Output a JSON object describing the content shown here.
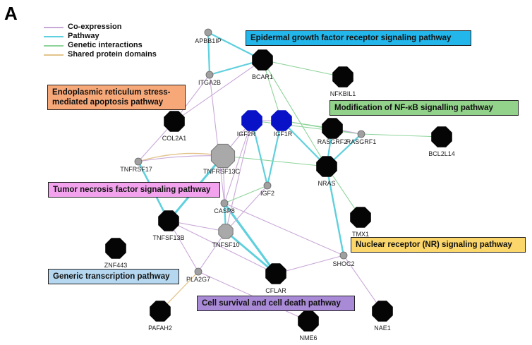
{
  "panel_letter": "A",
  "legend": [
    {
      "label": "Co-expression",
      "color": "#c9a8d8"
    },
    {
      "label": "Pathway",
      "color": "#5fd0dd"
    },
    {
      "label": "Genetic interactions",
      "color": "#8ed49a"
    },
    {
      "label": "Shared protein domains",
      "color": "#e3c48c"
    }
  ],
  "pathways": [
    {
      "id": "egfr",
      "label": "Epidermal growth factor receptor signaling pathway",
      "color": "#22b6ea"
    },
    {
      "id": "er",
      "label": "Endoplasmic reticulum stress-mediated apoptosis pathway",
      "color": "#f6a879"
    },
    {
      "id": "nfkb",
      "label": "Modification of NF-κB signalling pathway",
      "color": "#92d28a"
    },
    {
      "id": "tnf",
      "label": "Tumor necrosis factor signaling pathway",
      "color": "#f3a3ee"
    },
    {
      "id": "nr",
      "label": "Nuclear receptor (NR) signaling pathway",
      "color": "#fbd66b"
    },
    {
      "id": "gtp",
      "label": "Generic transcription pathway",
      "color": "#b5d8f0"
    },
    {
      "id": "csd",
      "label": "Cell survival and cell death pathway",
      "color": "#a98ad6"
    }
  ],
  "nodes": [
    {
      "id": "APBB1IP",
      "label": "APBB1IP",
      "kind": "small-gray"
    },
    {
      "id": "BCAR1",
      "label": "BCAR1",
      "kind": "black"
    },
    {
      "id": "ITGA2B",
      "label": "ITGA2B",
      "kind": "small-gray"
    },
    {
      "id": "NFKBIL1",
      "label": "NFKBIL1",
      "kind": "black"
    },
    {
      "id": "COL2A1",
      "label": "COL2A1",
      "kind": "black"
    },
    {
      "id": "IGF2R",
      "label": "IGF2R",
      "kind": "blue"
    },
    {
      "id": "IGF1R",
      "label": "IGF1R",
      "kind": "blue"
    },
    {
      "id": "RASGRF2",
      "label": "RASGRF2",
      "kind": "black"
    },
    {
      "id": "RASGRF1",
      "label": "RASGRF1",
      "kind": "small-gray"
    },
    {
      "id": "BCL2L14",
      "label": "BCL2L14",
      "kind": "black"
    },
    {
      "id": "TNFRSF17",
      "label": "TNFRSF17",
      "kind": "small-gray"
    },
    {
      "id": "TNFRSF13C",
      "label": "TNFRSF13C",
      "kind": "large-gray"
    },
    {
      "id": "NRAS",
      "label": "NRAS",
      "kind": "black"
    },
    {
      "id": "IGF2",
      "label": "IGF2",
      "kind": "small-gray"
    },
    {
      "id": "CASP8",
      "label": "CASP8",
      "kind": "small-gray"
    },
    {
      "id": "TMX1",
      "label": "TMX1",
      "kind": "black"
    },
    {
      "id": "TNFSF13B",
      "label": "TNFSF13B",
      "kind": "black"
    },
    {
      "id": "TNFSF10",
      "label": "TNFSF10",
      "kind": "medium-gray"
    },
    {
      "id": "ZNF443",
      "label": "ZNF443",
      "kind": "black"
    },
    {
      "id": "SHOC2",
      "label": "SHOC2",
      "kind": "small-gray"
    },
    {
      "id": "PLA2G7",
      "label": "PLA2G7",
      "kind": "small-gray"
    },
    {
      "id": "CFLAR",
      "label": "CFLAR",
      "kind": "black"
    },
    {
      "id": "PAFAH2",
      "label": "PAFAH2",
      "kind": "black"
    },
    {
      "id": "NME6",
      "label": "NME6",
      "kind": "black"
    },
    {
      "id": "NAE1",
      "label": "NAE1",
      "kind": "black"
    }
  ],
  "edges": [
    {
      "source": "APBB1IP",
      "target": "BCAR1",
      "type": "pathway"
    },
    {
      "source": "APBB1IP",
      "target": "ITGA2B",
      "type": "pathway"
    },
    {
      "source": "ITGA2B",
      "target": "BCAR1",
      "type": "pathway"
    },
    {
      "source": "BCAR1",
      "target": "NFKBIL1",
      "type": "genetic"
    },
    {
      "source": "BCAR1",
      "target": "NRAS",
      "type": "genetic"
    },
    {
      "source": "BCAR1",
      "target": "COL2A1",
      "type": "co-expression"
    },
    {
      "source": "BCAR1",
      "target": "IGF1R",
      "type": "genetic"
    },
    {
      "source": "ITGA2B",
      "target": "COL2A1",
      "type": "co-expression"
    },
    {
      "source": "ITGA2B",
      "target": "CASP8",
      "type": "co-expression"
    },
    {
      "source": "IGF2R",
      "target": "IGF2",
      "type": "pathway"
    },
    {
      "source": "IGF1R",
      "target": "IGF2",
      "type": "pathway"
    },
    {
      "source": "IGF2R",
      "target": "IGF1R",
      "type": "co-expression"
    },
    {
      "source": "IGF1R",
      "target": "RASGRF2",
      "type": "genetic"
    },
    {
      "source": "IGF1R",
      "target": "NRAS",
      "type": "pathway"
    },
    {
      "source": "IGF1R",
      "target": "RASGRF1",
      "type": "genetic"
    },
    {
      "source": "IGF2R",
      "target": "RASGRF1",
      "type": "genetic"
    },
    {
      "source": "RASGRF2",
      "target": "NRAS",
      "type": "pathway"
    },
    {
      "source": "RASGRF1",
      "target": "NRAS",
      "type": "pathway"
    },
    {
      "source": "RASGRF1",
      "target": "BCL2L14",
      "type": "genetic"
    },
    {
      "source": "RASGRF2",
      "target": "RASGRF1",
      "type": "co-expression"
    },
    {
      "source": "TNFRSF17",
      "target": "TNFRSF13C",
      "type": "shared"
    },
    {
      "source": "TNFRSF17",
      "target": "TNFRSF13C",
      "type": "co-expression"
    },
    {
      "source": "TNFRSF17",
      "target": "TNFSF13B",
      "type": "pathway"
    },
    {
      "source": "TNFRSF13C",
      "target": "TNFSF13B",
      "type": "pathway"
    },
    {
      "source": "TNFRSF17",
      "target": "COL2A1",
      "type": "co-expression"
    },
    {
      "source": "TNFRSF13C",
      "target": "NRAS",
      "type": "genetic"
    },
    {
      "source": "TNFRSF13C",
      "target": "IGF2R",
      "type": "co-expression"
    },
    {
      "source": "TNFRSF13C",
      "target": "TNFSF10",
      "type": "co-expression"
    },
    {
      "source": "NRAS",
      "target": "SHOC2",
      "type": "pathway"
    },
    {
      "source": "NRAS",
      "target": "TMX1",
      "type": "genetic"
    },
    {
      "source": "IGF2",
      "target": "CASP8",
      "type": "genetic"
    },
    {
      "source": "IGF2R",
      "target": "CASP8",
      "type": "co-expression"
    },
    {
      "source": "CASP8",
      "target": "TNFSF10",
      "type": "pathway"
    },
    {
      "source": "CASP8",
      "target": "CFLAR",
      "type": "pathway"
    },
    {
      "source": "TNFSF10",
      "target": "CFLAR",
      "type": "pathway"
    },
    {
      "source": "TNFSF13B",
      "target": "TNFSF10",
      "type": "co-expression"
    },
    {
      "source": "TNFSF13B",
      "target": "CFLAR",
      "type": "co-expression"
    },
    {
      "source": "TNFSF13B",
      "target": "PLA2G7",
      "type": "co-expression"
    },
    {
      "source": "TNFSF10",
      "target": "PLA2G7",
      "type": "co-expression"
    },
    {
      "source": "IGF2",
      "target": "TNFSF10",
      "type": "co-expression"
    },
    {
      "source": "PLA2G7",
      "target": "PAFAH2",
      "type": "shared"
    },
    {
      "source": "PLA2G7",
      "target": "NME6",
      "type": "co-expression"
    },
    {
      "source": "SHOC2",
      "target": "NAE1",
      "type": "co-expression"
    },
    {
      "source": "SHOC2",
      "target": "CFLAR",
      "type": "co-expression"
    },
    {
      "source": "CASP8",
      "target": "SHOC2",
      "type": "co-expression"
    },
    {
      "source": "IGF2R",
      "target": "TNFSF10",
      "type": "co-expression"
    }
  ]
}
